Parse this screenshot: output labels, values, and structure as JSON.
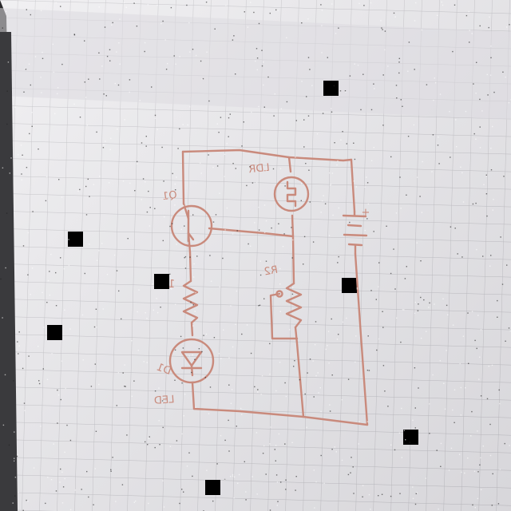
{
  "diagram": {
    "medium": "hand-drawn circuit sketch on graph paper",
    "ink_color": "#c98a7c",
    "paper_color": "#ecebee",
    "grid_color": "#b9b8bd",
    "labels": {
      "transistor": "Q1",
      "ldr": "LDR",
      "r1": "1",
      "r2": "R2",
      "diode": "D1",
      "led": "LED",
      "battery_plus": "+"
    }
  }
}
